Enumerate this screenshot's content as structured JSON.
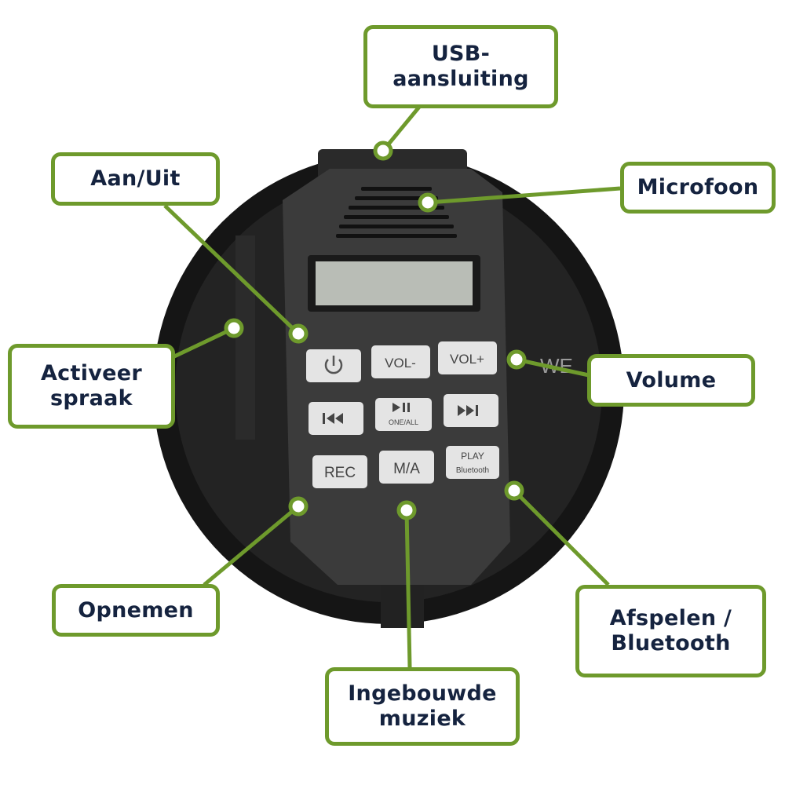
{
  "colors": {
    "accent": "#6e9a2c",
    "text": "#15233f",
    "device": "#3a3a3a",
    "disc": "#1a1a1a",
    "button": "#e4e4e4",
    "display": "#b9bdb6"
  },
  "labels": {
    "usb": "USB-\naansluiting",
    "power": "Aan/Uit",
    "microphone": "Microfoon",
    "voice": "Activeer\nspraak",
    "volume": "Volume",
    "record": "Opnemen",
    "music": "Ingebouwde\nmuziek",
    "play": "Afspelen /\nBluetooth"
  },
  "buttons": {
    "power_icon": "power-icon",
    "vol_down": "VOL-",
    "vol_up": "VOL+",
    "prev_icon": "skip-back-icon",
    "play_pause_icon": "play-pause-icon",
    "play_pause_sub": "ONE/ALL",
    "next_icon": "skip-forward-icon",
    "rec": "REC",
    "ma": "M/A",
    "play": "PLAY",
    "bluetooth": "Bluetooth"
  },
  "device_text": {
    "side_mark": "WE"
  }
}
